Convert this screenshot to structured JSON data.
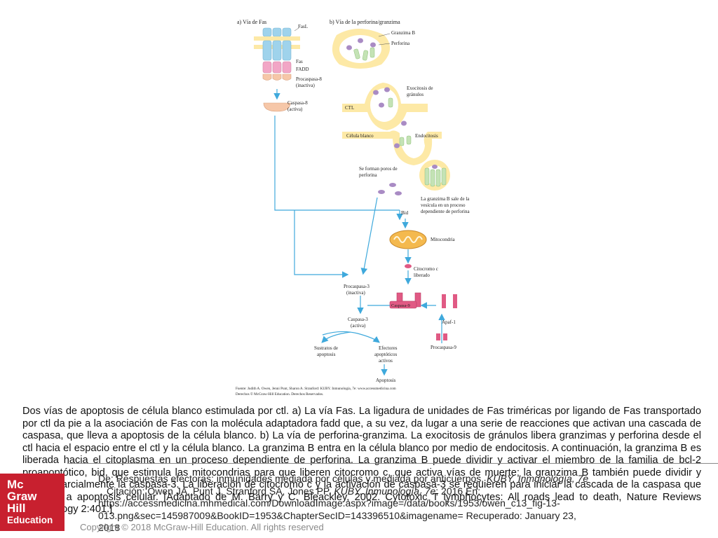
{
  "figure": {
    "panel_a_title": "a)  Vía de Fas",
    "panel_b_title": "b)  Vía de la perforina/granzima",
    "labels": {
      "fasl": "FasL",
      "fas": "Fas",
      "fadd": "FADD",
      "procaspasa8_1": "Procaspasa-8",
      "procaspasa8_2": "(inactiva)",
      "caspasa8_1": "Caspasa-8",
      "caspasa8_2": "(activa)",
      "granzima_b": "Granzima B",
      "perforina": "Perforina",
      "exocitosis_1": "Exocitosis de",
      "exocitosis_2": "gránulos",
      "ctl": "CTL",
      "celula_blanco": "Célula blanco",
      "endocitosis": "Endocitosis",
      "poros_1": "Se forman poros de",
      "poros_2": "perforina",
      "granzima_sale_1": "La granzima B sale de la",
      "granzima_sale_2": "vesícula en un proceso",
      "granzima_sale_3": "dependiente de perforina",
      "bid": "Bid",
      "mitocondria": "Mitocondria",
      "citocromo_1": "Citocromo c",
      "citocromo_2": "liberado",
      "procaspasa3_1": "Procaspasa-3",
      "procaspasa3_2": "(inactiva)",
      "caspasa9": "Caspasa-9",
      "apaf1": "Apaf-1",
      "caspasa3_1": "Caspasa-3",
      "caspasa3_2": "(activa)",
      "sustratos_1": "Sustratos de",
      "sustratos_2": "apoptosis",
      "efectores_1": "Efectores",
      "efectores_2": "apoptóticos",
      "efectores_3": "activos",
      "procaspasa9": "Procaspasa-9",
      "apoptosis": "Apoptosis"
    },
    "source_1": "Fuente: Judith A. Owen, Jenni Punt, Sharon A. Stranford: KUBY. Inmunología, 7e: www.accessmedicina.com",
    "source_2": "Derechos © McGraw-Hill Education. Derechos Reservados."
  },
  "caption": "Dos vías de apoptosis de célula blanco estimulada por ctl. a) La vía Fas. La ligadura de unidades de Fas triméricas por ligando de Fas transportado por ctl da pie a la asociación de Fas con la molécula adaptadora fadd que, a su vez, da lugar a una serie de reacciones que activan una cascada de caspasa, que lleva a apoptosis de la célula blanco. b) La vía de perforina-granzima. La exocitosis de gránulos libera granzimas y perforina desde el ctl hacia el espacio entre el ctl y la célula blanco. La granzima B entra en la célula blanco por medio de endocitosis. A continuación, la granzima B es liberada hacia el citoplasma en un proceso dependiente de perforina. La granzima B puede dividir y activar el miembro de la familia de bcl-2 proapoptótico, bid, que estimula las mitocondrias para que liberen citocromo c, que activa vías de muerte; la granzima B también puede dividir y activar parcialmente la caspasa-3. La liberación de citocromo c y la activación de caspasa-3 se requieren para iniciar la cascada de la caspasa que conduce a apoptosis celular. [Adaptado de M. Barry y C. Bleackley, 2002. Cytotoxic T lymphocytes: All roads lead to death, Nature Reviews Immunology 2:401.]",
  "logo": {
    "line1": "Mc",
    "line2": "Graw",
    "line3": "Hill",
    "line4": "Education"
  },
  "source": {
    "line1_prefix": "De: Respuestas efectoras: inmunidades mediada por células y mediada por anticuerpos, ",
    "line1_italic": "KUBY. Inmunología, 7e",
    "line2_prefix": "Citación: Owen JA, Punt J, Stranford SA, Jones PP. ",
    "line2_italic": "KUBY. Inmunología, 7e",
    "line2_suffix": "; 2016 En:",
    "line3": "https://accessmedicina.mhmedical.com/DownloadImage.aspx?image=/data/books/1953/owen_c13_fig-13-",
    "line4": "013.png&sec=145987009&BookID=1953&ChapterSecID=143396510&imagename= Recuperado: January 23, 2018"
  },
  "copyright": "Copyright © 2018 McGraw-Hill Education. All rights reserved",
  "colors": {
    "cell": "#fde9a6",
    "arrow": "#3fa9dc",
    "receptor_blue": "#9fd3ec",
    "fadd_pink": "#f2a6c6",
    "granule": "#a98bc4",
    "perforin": "#c4e3b5",
    "caspase": "#e05a84"
  }
}
